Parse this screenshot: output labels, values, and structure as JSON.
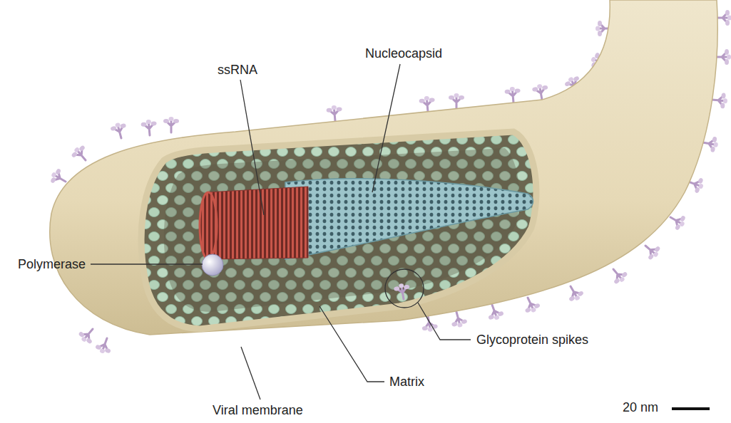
{
  "diagram": {
    "labels": [
      "ssRNA",
      "Nucleocapsid",
      "Polymerase",
      "Glycoprotein spikes",
      "Matrix",
      "Viral membrane",
      "20 nm"
    ]
  }
}
